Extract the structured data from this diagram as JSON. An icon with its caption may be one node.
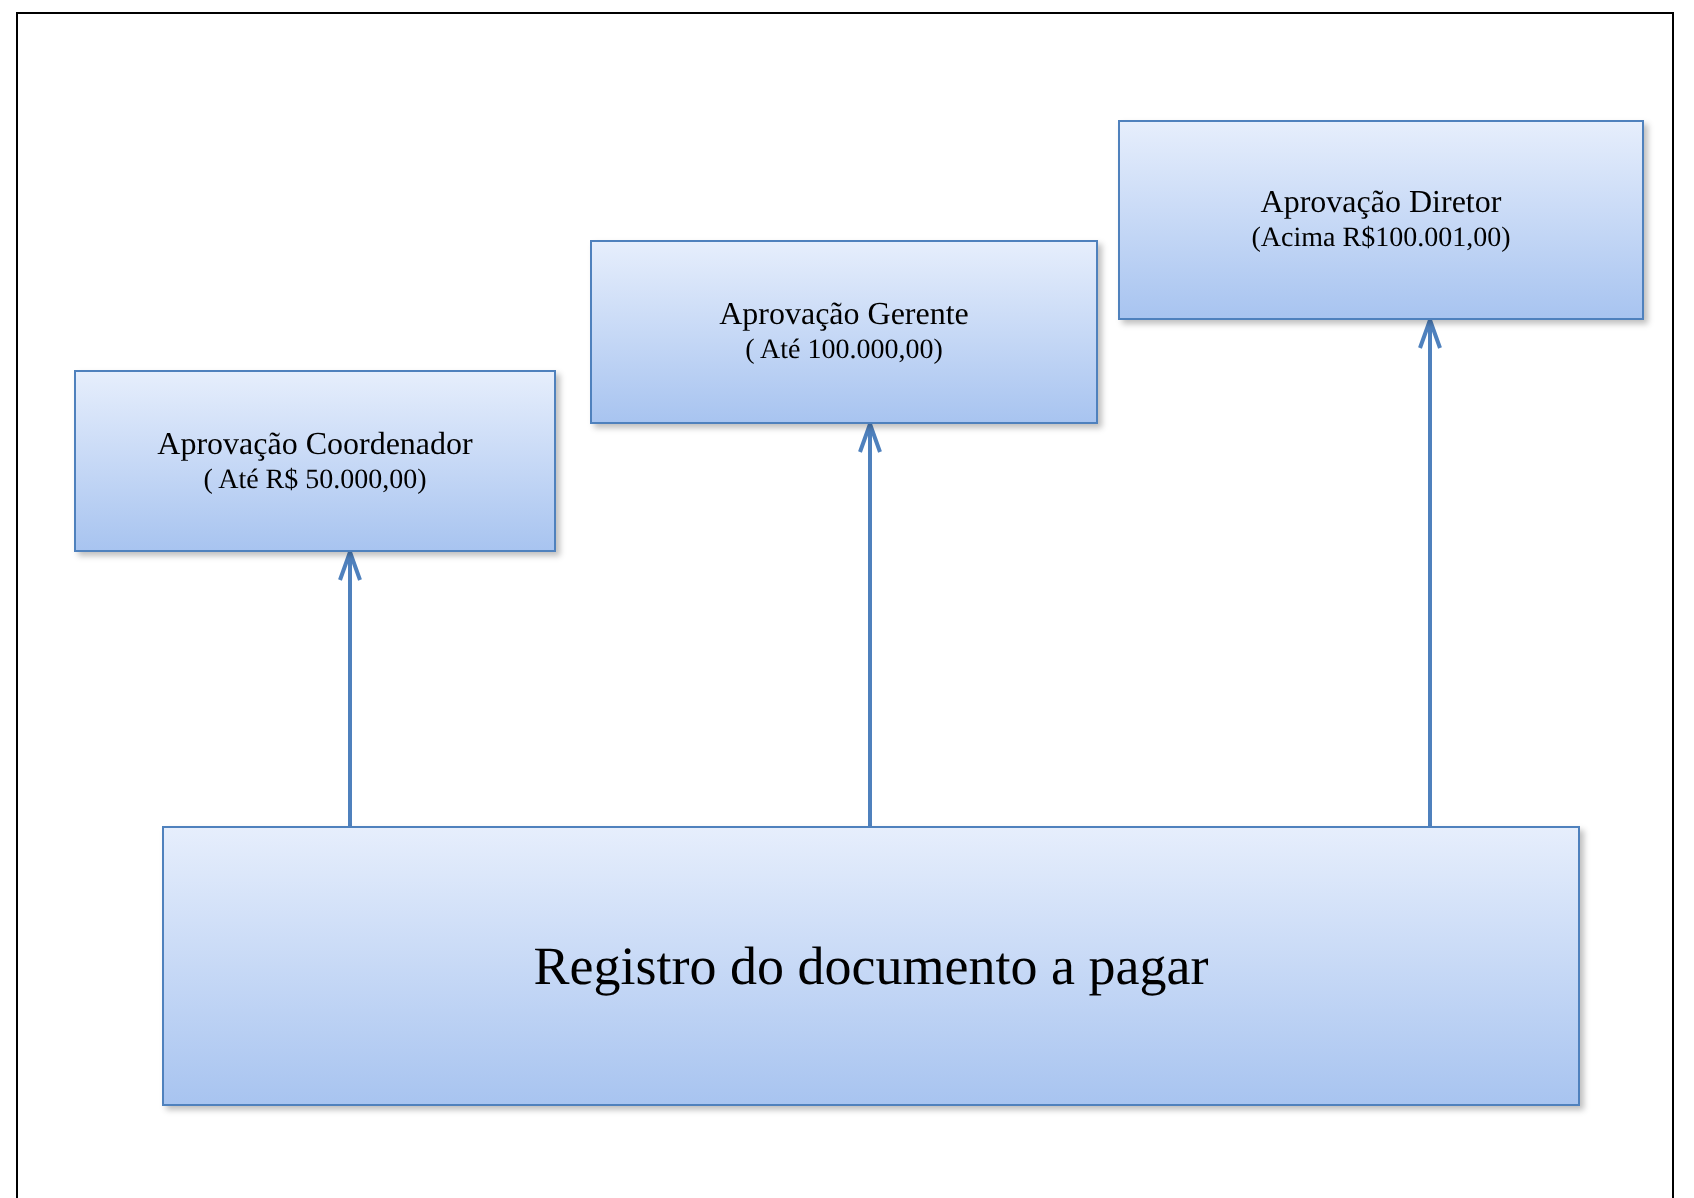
{
  "diagram": {
    "nodes": [
      {
        "text": [
          "Registro do documento a pagar"
        ]
      },
      {
        "text": [
          "Aprovação Coordenador",
          "( Até R$ 50.000,00)"
        ]
      },
      {
        "text": [
          "Aprovação Gerente",
          "( Até 100.000,00)"
        ]
      },
      {
        "text": [
          "Aprovação Diretor",
          "(Acima R$100.001,00)"
        ]
      }
    ],
    "edges": [
      {
        "from": 0,
        "to": 1,
        "arrow": "to"
      },
      {
        "from": 0,
        "to": 2,
        "arrow": "to"
      },
      {
        "from": 0,
        "to": 3,
        "arrow": "to"
      }
    ]
  }
}
